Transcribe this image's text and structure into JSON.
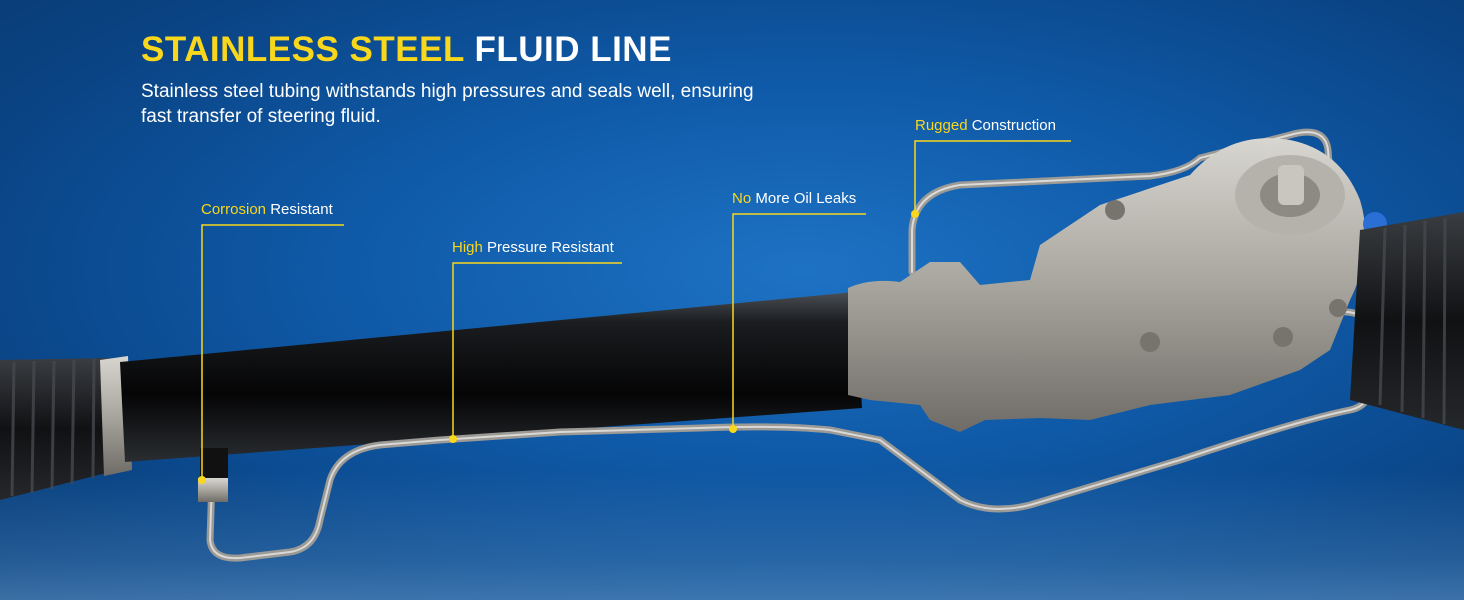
{
  "headline": {
    "highlight": "STAINLESS STEEL",
    "rest": "FLUID LINE"
  },
  "subtitle": "Stainless steel tubing withstands high pressures and seals well, ensuring fast transfer of steering fluid.",
  "callouts": [
    {
      "highlight": "Corrosion",
      "rest": "Resistant"
    },
    {
      "highlight": "High",
      "rest": "Pressure Resistant"
    },
    {
      "highlight": "No",
      "rest": "More Oil Leaks"
    },
    {
      "highlight": "Rugged",
      "rest": "Construction"
    }
  ],
  "colors": {
    "accent": "#f9d71c",
    "background": "#0f5aa8",
    "text": "#ffffff"
  },
  "product": "power-steering-rack"
}
